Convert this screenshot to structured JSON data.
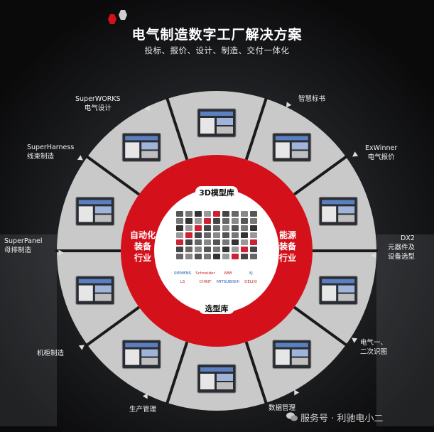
{
  "header": {
    "title": "电气制造数字工厂解决方案",
    "subtitle": "投标、报价、设计、制造、交付一体化"
  },
  "segments": [
    {
      "id": "superworks",
      "line1": "SuperWORKS",
      "line2": "电气设计"
    },
    {
      "id": "zhihui",
      "line1": "智慧标书",
      "line2": ""
    },
    {
      "id": "exwinner",
      "line1": "ExWinner",
      "line2": "电气报价"
    },
    {
      "id": "dx2",
      "line1": "DX2",
      "line2": "元器件及",
      "line3": "设备选型"
    },
    {
      "id": "dianqi",
      "line1": "电气一、",
      "line2": "二次识图"
    },
    {
      "id": "shuju",
      "line1": "数据管理",
      "line2": ""
    },
    {
      "id": "shengchan",
      "line1": "生产管理",
      "line2": ""
    },
    {
      "id": "jigui",
      "line1": "机柜制造",
      "line2": ""
    },
    {
      "id": "superpanel",
      "line1": "SuperPanel",
      "line2": "母排制造"
    },
    {
      "id": "superharness",
      "line1": "SuperHarness",
      "line2": "线束制造"
    }
  ],
  "ring": {
    "top_label": "3D模型库",
    "bottom_label": "选型库",
    "left_label": [
      "自动化",
      "装备",
      "行业"
    ],
    "right_label": [
      "能源",
      "装备",
      "行业"
    ]
  },
  "brands": [
    "SIEMENS",
    "Schneider",
    "ABB",
    "XJ",
    "LS",
    "CHINT",
    "MITSUBISHI",
    "DELIXI"
  ],
  "watermark": "服务号 · 利驰电小二",
  "colors": {
    "accent": "#d4111b",
    "panel": "#c8c8c8",
    "dark": "#0b0b0c"
  }
}
